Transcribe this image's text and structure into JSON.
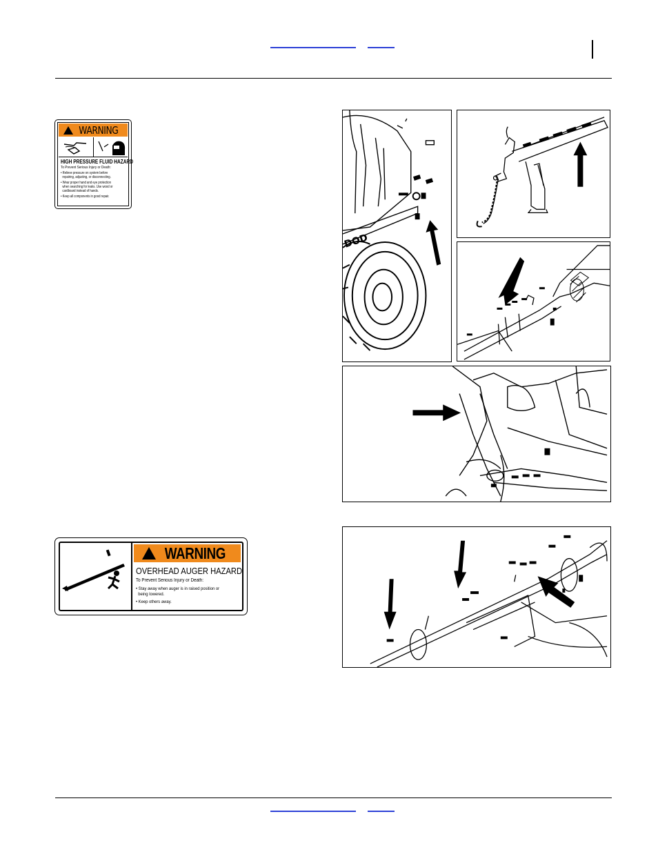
{
  "decal_high_pressure": {
    "signal_word": "WARNING",
    "hazard": "HIGH PRESSURE FLUID HAZARD",
    "subtitle": "To Prevent Serious Injury or Death:",
    "bullets": [
      "• Relieve pressure on system before\n  repairing, adjusting, or disconnecting.",
      "• Wear proper hand and eye protection\n  when searching for leaks. Use wood or\n  cardboard instead of hands.",
      "• Keep all components in good repair."
    ]
  },
  "decal_overhead_auger": {
    "signal_word": "WARNING",
    "hazard": "OVERHEAD AUGER HAZARD",
    "subtitle": "To Prevent Serious Injury or Death:",
    "bullets": [
      "• Stay away when auger is in raised position or\n  being lowered.",
      "• Keep others away."
    ]
  },
  "colors": {
    "warning_orange": "#f08a1c",
    "link_blue": "#2b3fd6"
  }
}
